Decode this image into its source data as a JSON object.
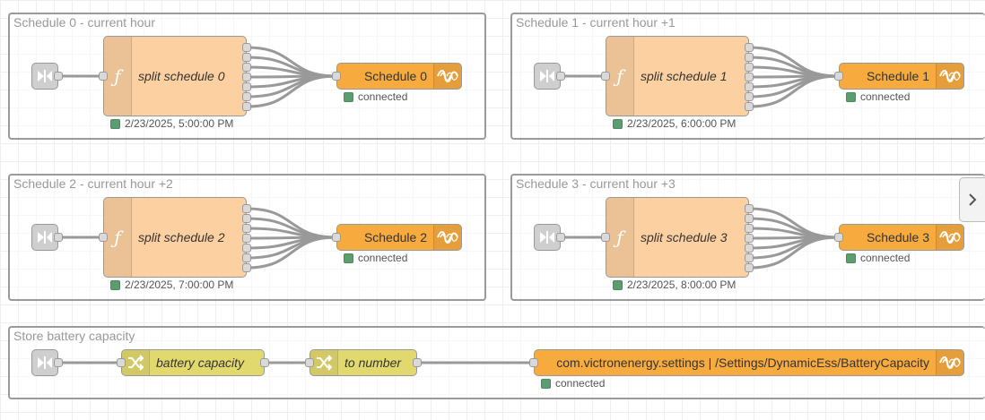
{
  "groups": [
    {
      "id": "g0",
      "label": "Schedule 0 - current hour",
      "function_label": "split schedule 0",
      "function_status": "2/23/2025, 5:00:00 PM",
      "output_label": "Schedule 0",
      "output_status": "connected"
    },
    {
      "id": "g1",
      "label": "Schedule 1 - current hour +1",
      "function_label": "split schedule 1",
      "function_status": "2/23/2025, 6:00:00 PM",
      "output_label": "Schedule 1",
      "output_status": "connected"
    },
    {
      "id": "g2",
      "label": "Schedule 2 - current hour +2",
      "function_label": "split schedule 2",
      "function_status": "2/23/2025, 7:00:00 PM",
      "output_label": "Schedule 2",
      "output_status": "connected"
    },
    {
      "id": "g3",
      "label": "Schedule 3 - current hour +3",
      "function_label": "split schedule 3",
      "function_status": "2/23/2025, 8:00:00 PM",
      "output_label": "Schedule 3",
      "output_status": "connected"
    }
  ],
  "battery_group": {
    "label": "Store battery capacity",
    "change1_label": "battery capacity",
    "change2_label": "to number",
    "output_label": "com.victronenergy.settings | /Settings/DynamicEss/BatteryCapacity",
    "output_status": "connected"
  },
  "colors": {
    "function_node": "#fdd0a2",
    "victron_node": "#f7ab3e",
    "change_node": "#e2d96e",
    "inject_node": "#cfcfcf",
    "status_connected": "#5a9e6f",
    "wire": "#999999",
    "group_border": "#9a9a9a"
  },
  "icons": {
    "inject": "inject-arrow-icon",
    "function": "function-f-icon",
    "victron": "victron-wave-icon",
    "change": "shuffle-icon",
    "sidebar_toggle": "chevron-right-icon"
  }
}
